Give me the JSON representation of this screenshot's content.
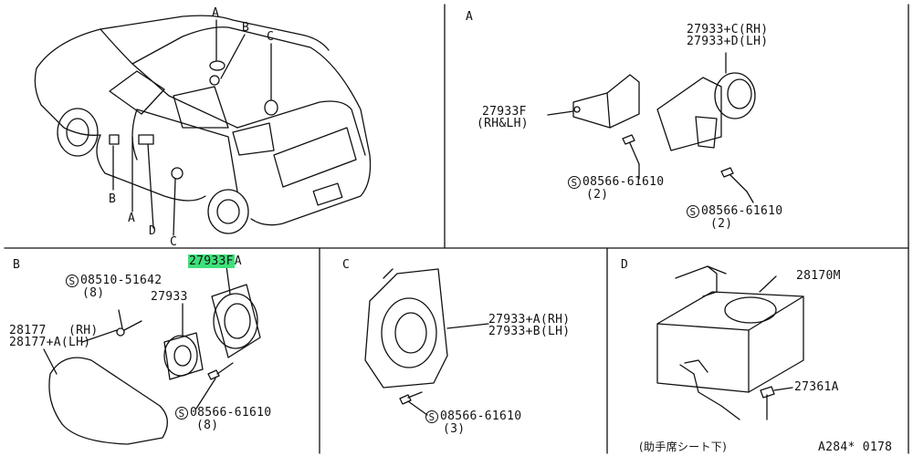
{
  "panels": {
    "overview": {
      "callouts_top": [
        "A",
        "B",
        "C"
      ],
      "callouts_bottom": [
        "B",
        "A",
        "D",
        "C"
      ]
    },
    "A": {
      "title": "A",
      "speaker_rh": "27933+C(RH)",
      "speaker_lh": "27933+D(LH)",
      "bracket_part": "27933F",
      "bracket_side": "(RH&LH)",
      "screw1_symbol": "S",
      "screw1_part": "08566-61610",
      "screw1_qty": "(2)",
      "screw2_symbol": "S",
      "screw2_part": "08566-61610",
      "screw2_qty": "(2)"
    },
    "B": {
      "title": "B",
      "highlight_part": "27933F",
      "highlight_suffix": "A",
      "screw_top_symbol": "S",
      "screw_top_part": "08510-51642",
      "screw_top_qty": "(8)",
      "speaker_part": "27933",
      "grille_rh": "28177   (RH)",
      "grille_lh": "28177+A(LH)",
      "screw_bottom_symbol": "S",
      "screw_bottom_part": "08566-61610",
      "screw_bottom_qty": "(8)"
    },
    "C": {
      "title": "C",
      "speaker_rh": "27933+A(RH)",
      "speaker_lh": "27933+B(LH)",
      "screw_symbol": "S",
      "screw_part": "08566-61610",
      "screw_qty": "(3)"
    },
    "D": {
      "title": "D",
      "amp_part": "28170M",
      "bolt_part": "27361A",
      "location_note": "(助手席シート下)",
      "diagram_code": "A284* 0178"
    }
  },
  "colors": {
    "line": "#111111",
    "highlight": "#3ee07a",
    "background": "#ffffff"
  }
}
